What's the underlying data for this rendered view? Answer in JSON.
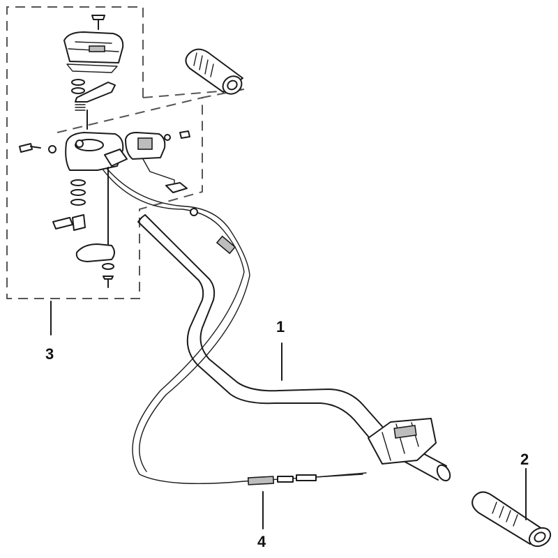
{
  "callouts": [
    {
      "id": "1",
      "label": "1"
    },
    {
      "id": "2",
      "label": "2"
    },
    {
      "id": "3",
      "label": "3"
    },
    {
      "id": "4",
      "label": "4"
    }
  ],
  "colors": {
    "line": "#1a1a1a",
    "shade": "#bdbdbd",
    "dash": "#555555",
    "background": "#ffffff"
  }
}
